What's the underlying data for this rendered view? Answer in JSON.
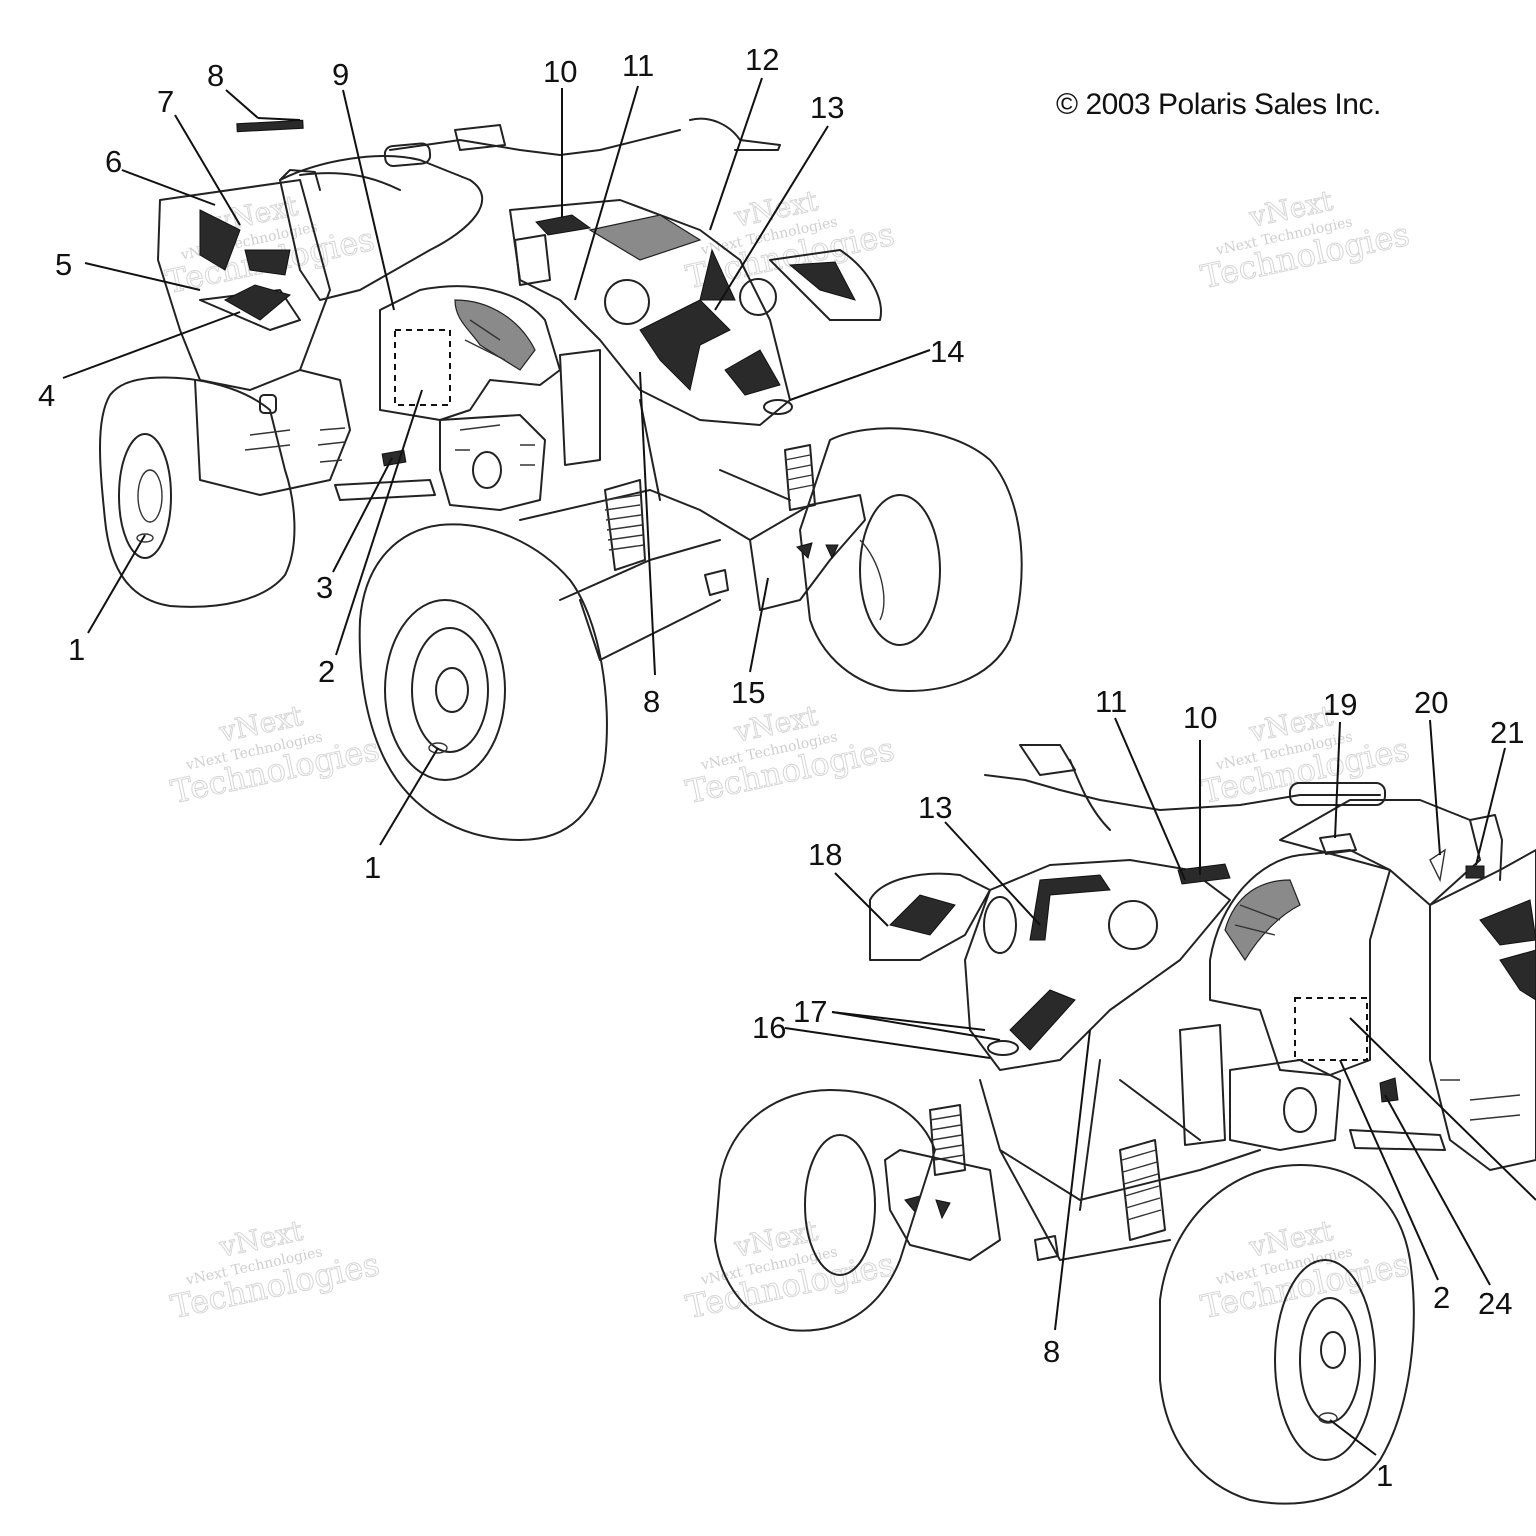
{
  "copyright": "© 2003 Polaris Sales Inc.",
  "watermark": {
    "line1": "vNext",
    "line2": "vNext Technologies",
    "line3": "Technologies"
  },
  "callouts": {
    "top": [
      "1",
      "1",
      "2",
      "3",
      "4",
      "5",
      "6",
      "7",
      "8",
      "8",
      "9",
      "10",
      "11",
      "12",
      "13",
      "14",
      "15"
    ],
    "bottom": [
      "1",
      "2",
      "8",
      "10",
      "11",
      "13",
      "16",
      "17",
      "18",
      "19",
      "20",
      "21",
      "24"
    ]
  },
  "colors": {
    "ink": "#111111",
    "watermark": "#d0d0d0",
    "background": "#ffffff"
  }
}
